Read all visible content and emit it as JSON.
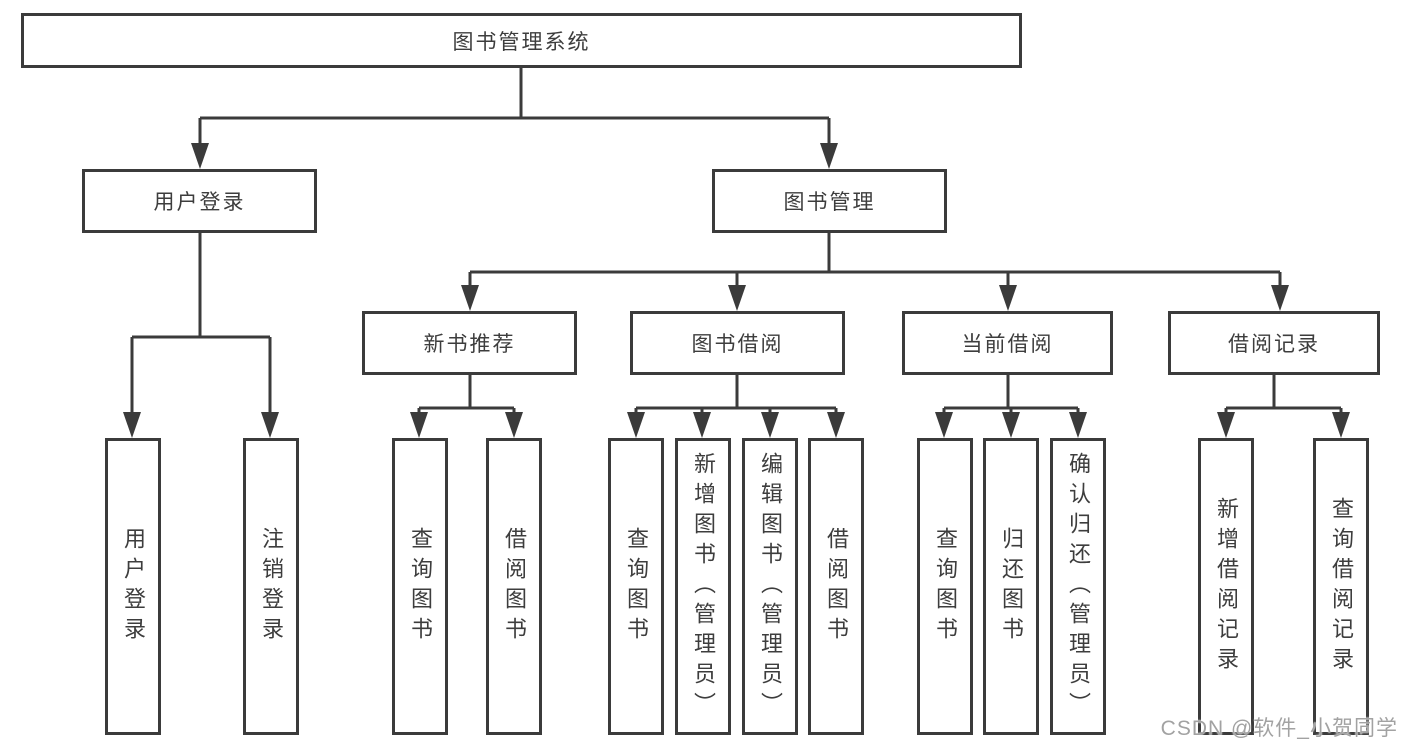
{
  "diagram": {
    "root": {
      "label": "图书管理系统"
    },
    "level2": [
      {
        "label": "用户登录"
      },
      {
        "label": "图书管理"
      }
    ],
    "level3": [
      {
        "label": "新书推荐"
      },
      {
        "label": "图书借阅"
      },
      {
        "label": "当前借阅"
      },
      {
        "label": "借阅记录"
      }
    ],
    "leaves": [
      {
        "label": "用户登录"
      },
      {
        "label": "注销登录"
      },
      {
        "label": "查询图书"
      },
      {
        "label": "借阅图书"
      },
      {
        "label": "查询图书"
      },
      {
        "label": "新增图书（管理员）"
      },
      {
        "label": "编辑图书（管理员）"
      },
      {
        "label": "借阅图书"
      },
      {
        "label": "查询图书"
      },
      {
        "label": "归还图书"
      },
      {
        "label": "确认归还（管理员）"
      },
      {
        "label": "新增借阅记录"
      },
      {
        "label": "查询借阅记录"
      }
    ]
  },
  "watermark": {
    "text": "CSDN @软件_小贺同学"
  },
  "colors": {
    "line": "#3b3b3b",
    "box_border": "#3b3b3b",
    "box_fill": "#ffffff",
    "text": "#3d3d3d",
    "watermark": "#a2a2a2",
    "background": "#ffffff"
  }
}
